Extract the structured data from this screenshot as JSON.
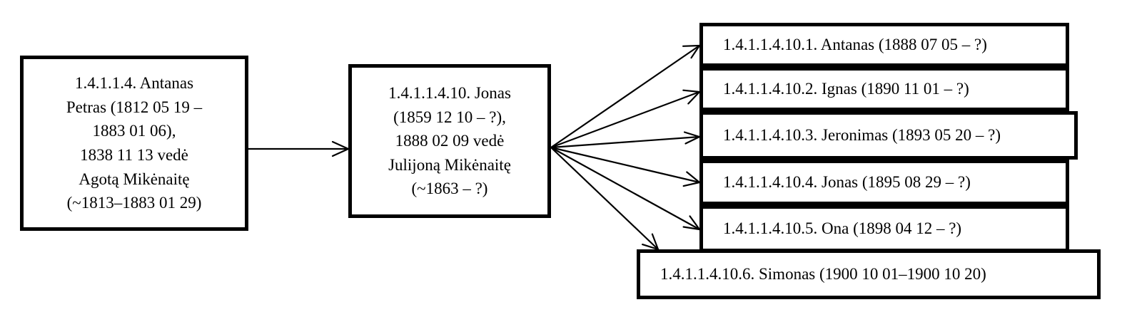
{
  "diagram": {
    "root": {
      "lines": [
        "1.4.1.1.4. Antanas",
        "Petras (1812 05 19 –",
        "1883 01 06),",
        "1838 11 13  vedė",
        "Agotą Mikėnaitę",
        "(~1813–1883 01 29)"
      ]
    },
    "parent": {
      "lines": [
        "1.4.1.1.4.10. Jonas",
        "(1859 12 10 – ?),",
        "1888 02 09  vedė",
        "Julijoną Mikėnaitę",
        "(~1863 – ?)"
      ]
    },
    "children": [
      {
        "label": "1.4.1.1.4.10.1. Antanas (1888 07 05 – ?)"
      },
      {
        "label": "1.4.1.1.4.10.2. Ignas (1890 11 01 – ?)"
      },
      {
        "label": "1.4.1.1.4.10.3. Jeronimas (1893 05 20 – ?)"
      },
      {
        "label": "1.4.1.1.4.10.4. Jonas (1895 08 29 – ?)"
      },
      {
        "label": "1.4.1.1.4.10.5. Ona (1898 04 12 – ?)"
      },
      {
        "label": "1.4.1.1.4.10.6. Simonas (1900 10 01–1900 10 20)"
      }
    ],
    "style": {
      "stroke": "#000000",
      "background": "#ffffff"
    }
  }
}
